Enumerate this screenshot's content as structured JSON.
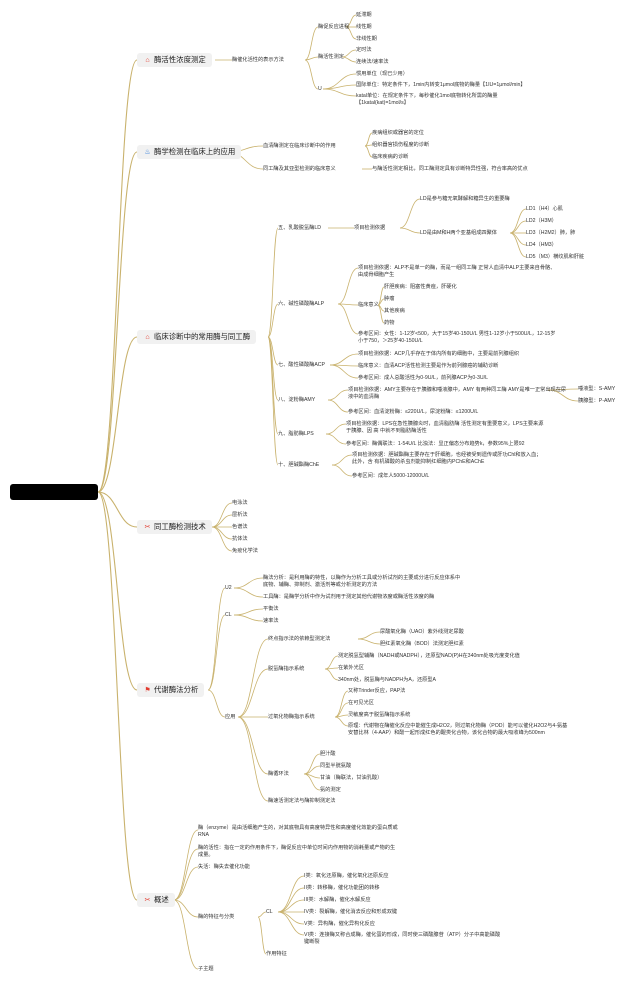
{
  "colors": {
    "wire": "#c9b26d",
    "root_bg": "#000000",
    "topic_bg": "#f1f1f1",
    "text": "#333333",
    "icon_red": "#e23a2e",
    "icon_blue": "#2b78d8"
  },
  "root": {
    "label": ""
  },
  "b1": {
    "title": "酶活性浓度测定",
    "icon": "house-icon",
    "method": "酶催化活性的表示方法",
    "reaction_process": "酶促反应进程",
    "rp_items": [
      "延滞期",
      "线性期",
      "非线性期"
    ],
    "measure_method": "酶活性测定",
    "mm_items": [
      "定时法",
      "连续法/速率法"
    ],
    "u_label": "U",
    "unit1": "惯用单位（现已少用）",
    "unit2": "国际单位：特定条件下，1min内转变1μmol底物的酶量【1IU=1μmol/min】",
    "unit3": "katal单位：在规定条件下，每秒催化1mol底物转化所需的酶量【1katal(kat)=1mol/s】"
  },
  "b2": {
    "title": "酶学检测在临床上的应用",
    "icon": "flame-icon",
    "serum": "血清酶测定在临床诊断中的作用",
    "serum_items": [
      "疾病组织或器官的定位",
      "组织器官损伤程度的诊断",
      "临床疾病的诊断"
    ],
    "iso": "同工酶及其亚型检测的临床意义",
    "iso_desc": "与酶活性测定相比，同工酶测定具有诊断特异性强，符合率高的优点"
  },
  "b3": {
    "title": "临床诊断中的常用酶与同工酶",
    "icon": "house-icon",
    "ld": "五、乳酸脱氢酶LD",
    "ld_item": "项目检测依据",
    "ld_desc1": "LD是参与糖无氧酵解和糖异生的重要酶",
    "ld_desc2": "LD是由M和H两个亚基组成四聚体",
    "ld_iso": [
      "LD1（H4）心肌",
      "LD2（H3M）",
      "LD3（H2M2）肺，肺",
      "LD4（HM3）",
      "LD5（M3）横纹肌和肝脏"
    ],
    "alp": "六、碱性磷酸酶ALP",
    "alp_basis": "项目检测依据：ALP不是单一的酶，而是一组同工酶 正常人血清中ALP主要来自骨骼、由成骨细胞产生",
    "alp_clin": "临床意义",
    "alp_clin_items": [
      "肝胆疾病：阻塞性黄疸，肝硬化",
      "肿瘤",
      "其他疾病",
      "药物"
    ],
    "alp_ref": "参考区间：女性：1-12岁<500，大于15岁40-150U/L 男性1-12岁小于500U/L，12-15岁小于750，＞25岁40-150U/L",
    "acp": "七、酸性磷酸酶ACP",
    "acp_items": [
      "项目检测依据：ACP几乎存在于体内所有的细胞中，主要是前列腺组织",
      "临床意义：血清ACP活性检测主要是作为前列腺癌的辅助诊断",
      "参考区间：成人总酸活性为0-9U/L，前列腺ACP为0-3U/L"
    ],
    "amy": "八、淀粉酶AMY",
    "amy_basis": "项目检测依据：AMY主要存在于胰腺和唾液腺中，AMY 有两种同工酶 AMY是唯一正常出现在尿液中的血清酶",
    "amy_types": [
      "唾液型：S-AMY",
      "胰腺型：P-AMY"
    ],
    "amy_ref": "参考区间：血清淀粉酶：≤220U/L，尿淀粉酶：≤1200U/L",
    "lps": "九、脂肪酶LPS",
    "lps_basis": "项目检测依据：LPS在急性胰腺炎时，血清脂肪酶 活性测定有重要意义，LPS主要来源于胰腺、因 高 中就不到脂肪酶活性",
    "lps_ref": "参考区间：酶偶联法：1-54U/L 比浊法：显正偏态分布趋势k，参数95%上限92",
    "che": "十、胆碱酯酶ChE",
    "che_basis": "项目检测依据：胆碱酯酶主要存在于肝细胞，也经被受到遗传或肝功Chl和放入血；此外，含 有机磷酸的杀虫剂能抑制红细胞内PChE和AChE",
    "che_ref": "参考区间：成年人5000-12000U/L"
  },
  "b4": {
    "title": "同工酶检测技术",
    "icon": "tools-icon",
    "items": [
      "电泳法",
      "层析法",
      "色谱法",
      "抗体法",
      "免疫化学法"
    ]
  },
  "b5": {
    "title": "代谢酶法分析",
    "icon": "flag-icon",
    "u2": "U2",
    "u2_items": [
      "酶法分析：是利用酶的特性，以酶作为分析工具或分析试剂的主要成分进行反应体系中底物、辅酶、抑制剂、激活剂等或分析测定的方法",
      "工具酶：是酶学分析中作为试剂用于测定其他代谢物浓度或酶活性浓度的酶"
    ],
    "cl": "CL",
    "cl_items": [
      "平衡法",
      "速率法"
    ],
    "app": "应用",
    "m1": "终点指示法的依赖型测定法",
    "m1_items": [
      "尿酸氧化酶（UAO）紫外线测定尿酸",
      "胆红素氧化酶（BOD）法测定胆红素"
    ],
    "m2": "脱氢酶指示系统",
    "m2_items": [
      "测定脱氢型辅酶（NADH或NADPH），还原型NAD(P)H在340nm处吸光度变化值",
      "在紫外光区",
      "340nm处，脱氢酶与NADPH为A，还原型A"
    ],
    "m3": "过氧化物酶指示系统",
    "m3_items": [
      "又称Trinder反应，PAP法",
      "在可见光区",
      "灵敏度高于脱氢酶指示系统",
      "原理：代谢物在酶催化反应中能催生成H2O2，则过氧化物酶（POD）能可以催化H2O2与4-氨基安替比林（4-AAP）和酚一起形成红色的醌类化合物，该化合物的最大吸收峰为500nm"
    ],
    "m4": "酶循环法",
    "m4_items": [
      "胆汁酸",
      "同型半胱氨酸",
      "甘油（酶联法，甘油乳酸）",
      "氨的测定"
    ],
    "m5": "酶速活测定法与酶抑制测定法"
  },
  "b6": {
    "title": "概述",
    "icon": "tools-icon",
    "def1": "酶（enzyme）是由活细胞产生的，对其底物具有高度特异性和高度催化效能的蛋白质或RNA",
    "def2": "酶的活性：指在一定的作用条件下，酶促反应中单位时间内作用物的消耗量或产物的生成量。",
    "def3": "失活：酶失去催化功能",
    "feat": "酶的特征与分类",
    "feat_cl": "CL",
    "classes": [
      "I类：氧化还原酶，催化氧化还原反应",
      "II类：转移酶，催化功能团的转移",
      "III类：水解酶，催化水解反应",
      "IV类：裂解酶，催化消去反应和形成双键",
      "V类：异构酶，催化异构化反应",
      "VI类：连接酶又称合成酶，催化蛋的形成，同时使三磷酸腺苷（ATP）分子中高能磷酸键断裂"
    ],
    "function": "作用特征",
    "sub": "子主题"
  }
}
